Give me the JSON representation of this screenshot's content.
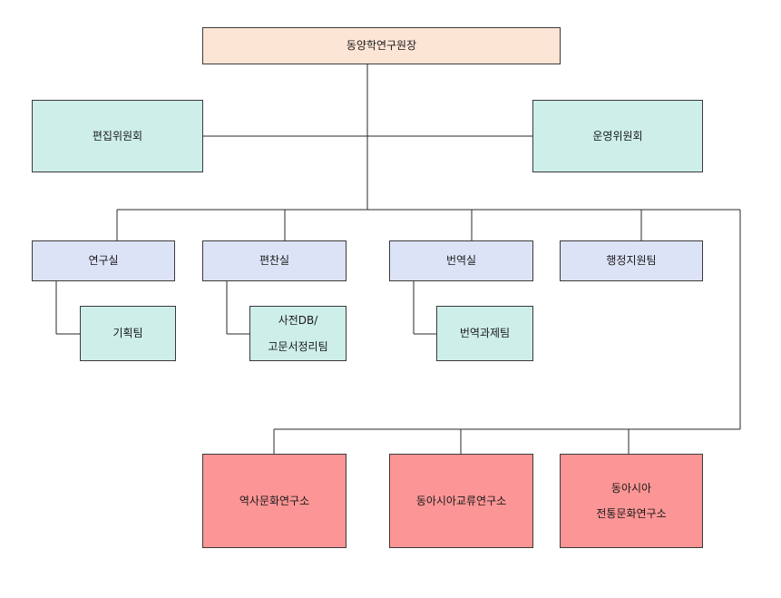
{
  "colors": {
    "director": "#fde5d6",
    "committee": "#cdeee9",
    "office": "#dde3f7",
    "team": "#cdeee9",
    "institute": "#fc9595",
    "line": "#2a2a2a"
  },
  "nodes": {
    "director": "동양학연구원장",
    "editorial_committee": "편집위원회",
    "operations_committee": "운영위원회",
    "research_office": "연구실",
    "compilation_office": "편찬실",
    "translation_office": "번역실",
    "admin_support_team": "행정지원팀",
    "planning_team": "기획팀",
    "dictionary_team_line1": "사전DB/",
    "dictionary_team_line2": "고문서정리팀",
    "translation_project_team": "번역과제팀",
    "history_culture_institute": "역사문화연구소",
    "east_asia_exchange_institute": "동아시아교류연구소",
    "east_asia_tradition_line1": "동아시아",
    "east_asia_tradition_line2": "전통문화연구소"
  }
}
